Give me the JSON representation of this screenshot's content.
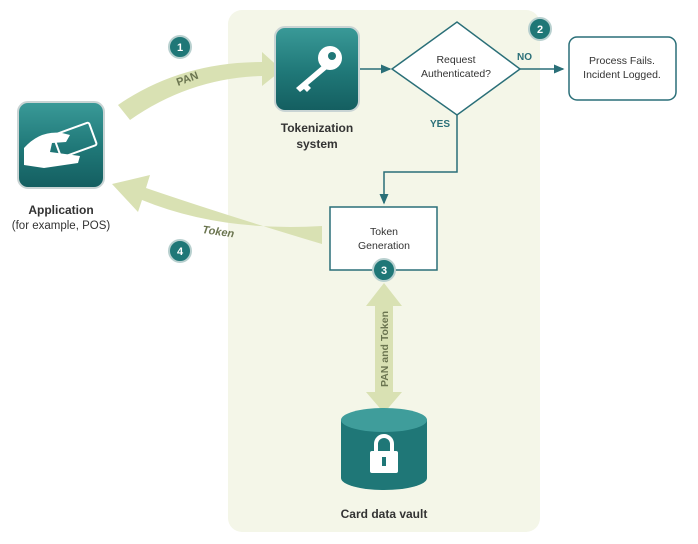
{
  "colors": {
    "panel": "#f4f6e8",
    "teal": "#1f7777",
    "arrow": "#d9e1b3",
    "line": "#2a6f78"
  },
  "nodes": {
    "application": {
      "title": "Application",
      "subtitle": "(for example, POS)",
      "icon": "hand-card-icon"
    },
    "tokenization": {
      "title_line1": "Tokenization",
      "title_line2": "system",
      "icon": "key-icon"
    },
    "decision": {
      "line1": "Request",
      "line2": "Authenticated?",
      "yes": "YES",
      "no": "NO"
    },
    "fail": {
      "line1": "Process Fails.",
      "line2": "Incident Logged."
    },
    "token_gen": {
      "line1": "Token",
      "line2": "Generation"
    },
    "vault": {
      "title": "Card data vault",
      "icon": "lock-icon"
    }
  },
  "arrows": {
    "pan": "PAN",
    "token": "Token",
    "pan_and_token": "PAN and Token"
  },
  "steps": [
    "1",
    "2",
    "3",
    "4"
  ]
}
